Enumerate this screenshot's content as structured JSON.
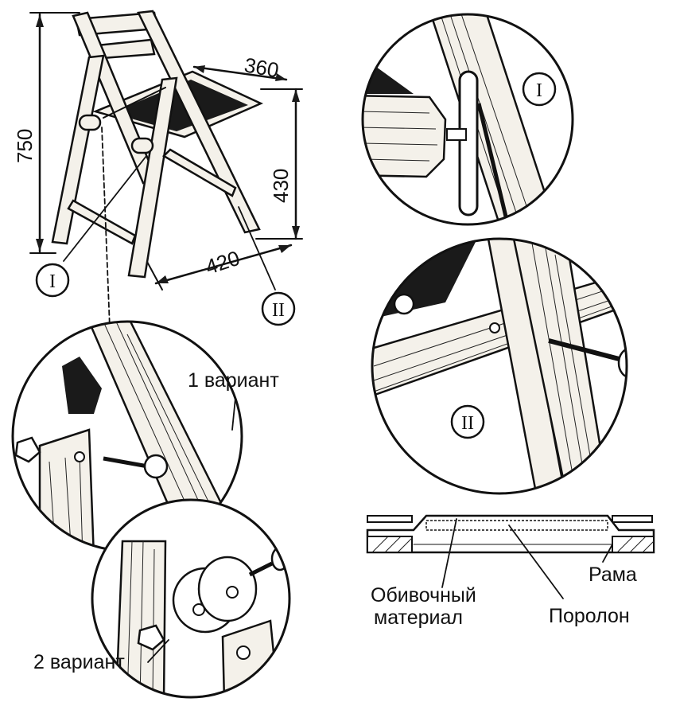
{
  "dimensions": {
    "height_total": "750",
    "seat_depth": "360",
    "seat_height": "430",
    "seat_width": "420"
  },
  "callouts": {
    "node_1": "I",
    "node_2": "II"
  },
  "variants": {
    "variant_1": "1 вариант",
    "variant_2": "2 вариант"
  },
  "section_labels": {
    "upholstery": [
      "Обивочный",
      "материал"
    ],
    "foam": "Поролон",
    "frame": "Рама"
  }
}
